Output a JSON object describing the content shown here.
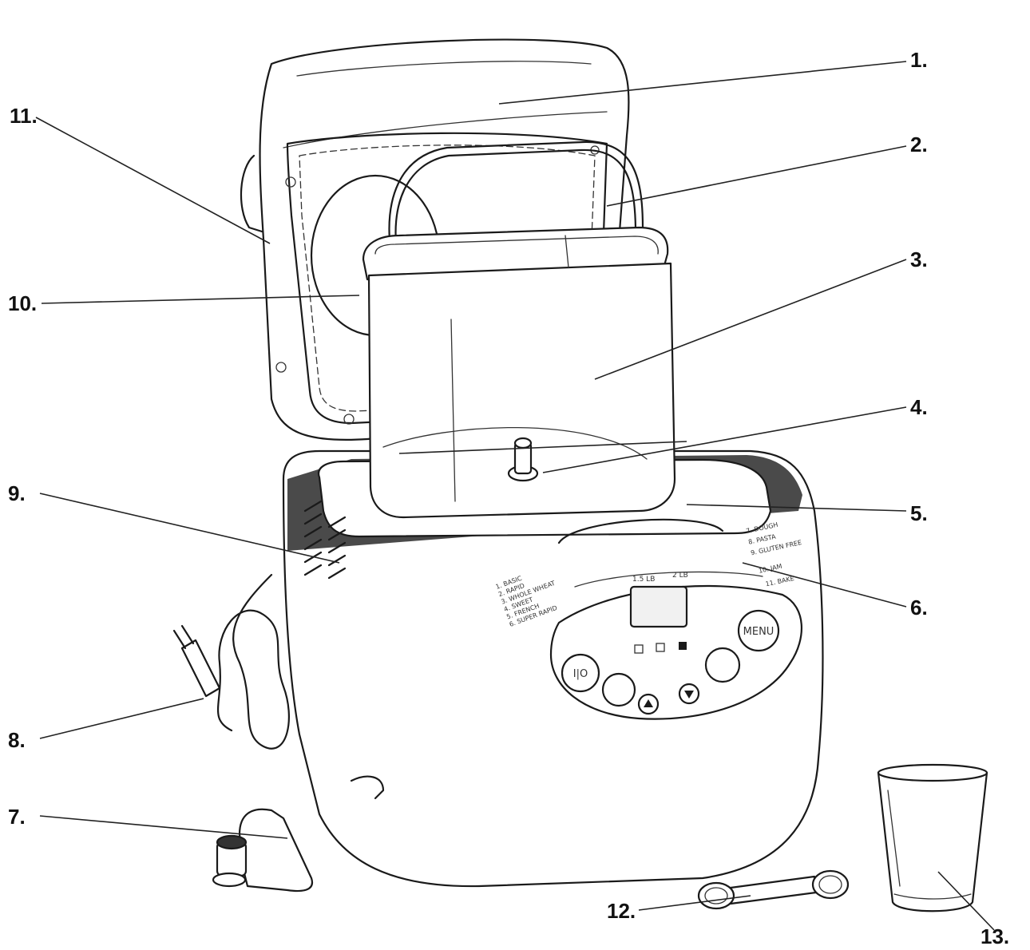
{
  "callouts": [
    {
      "id": "1",
      "label": "1."
    },
    {
      "id": "2",
      "label": "2."
    },
    {
      "id": "3",
      "label": "3."
    },
    {
      "id": "4",
      "label": "4."
    },
    {
      "id": "5",
      "label": "5."
    },
    {
      "id": "6",
      "label": "6."
    },
    {
      "id": "7",
      "label": "7."
    },
    {
      "id": "8",
      "label": "8."
    },
    {
      "id": "9",
      "label": "9."
    },
    {
      "id": "10",
      "label": "10."
    },
    {
      "id": "11",
      "label": "11."
    },
    {
      "id": "12",
      "label": "12."
    },
    {
      "id": "13",
      "label": "13."
    }
  ],
  "panel": {
    "menu_button": "MENU",
    "power_button": "I|O",
    "size_left": "1.5 LB",
    "size_right": "2 LB",
    "left_programs": [
      "1. BASIC",
      "2. RAPID",
      "3. WHOLE WHEAT",
      "4. SWEET",
      "5. FRENCH",
      "6. SUPER RAPID"
    ],
    "right_programs": [
      "7. DOUGH",
      "8. PASTA",
      "9. GLUTEN FREE",
      "10. JAM",
      "11. BAKE"
    ]
  },
  "colors": {
    "ink": "#1a1a1a",
    "gasket": "#2a2a2a",
    "background": "#ffffff"
  }
}
